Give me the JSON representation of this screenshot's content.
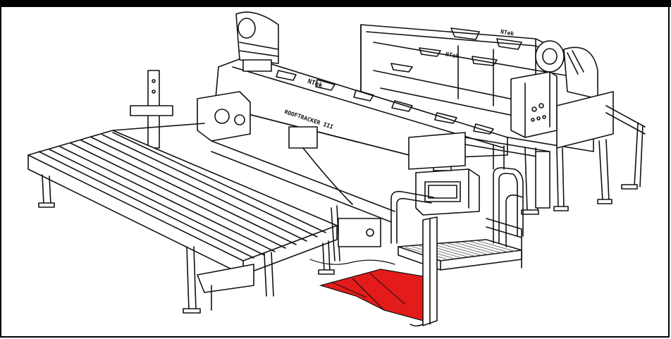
{
  "machine": {
    "brand_label": "NTek",
    "model_label": "ROOFTRACKER III",
    "side_brand_label": "NTek",
    "side_brand_label_2": "NTek"
  },
  "colors": {
    "line": "#111111",
    "fill": "#ffffff",
    "accent_red": "#e41b1b",
    "dark": "#2a2a2a",
    "grate": "#555555"
  }
}
